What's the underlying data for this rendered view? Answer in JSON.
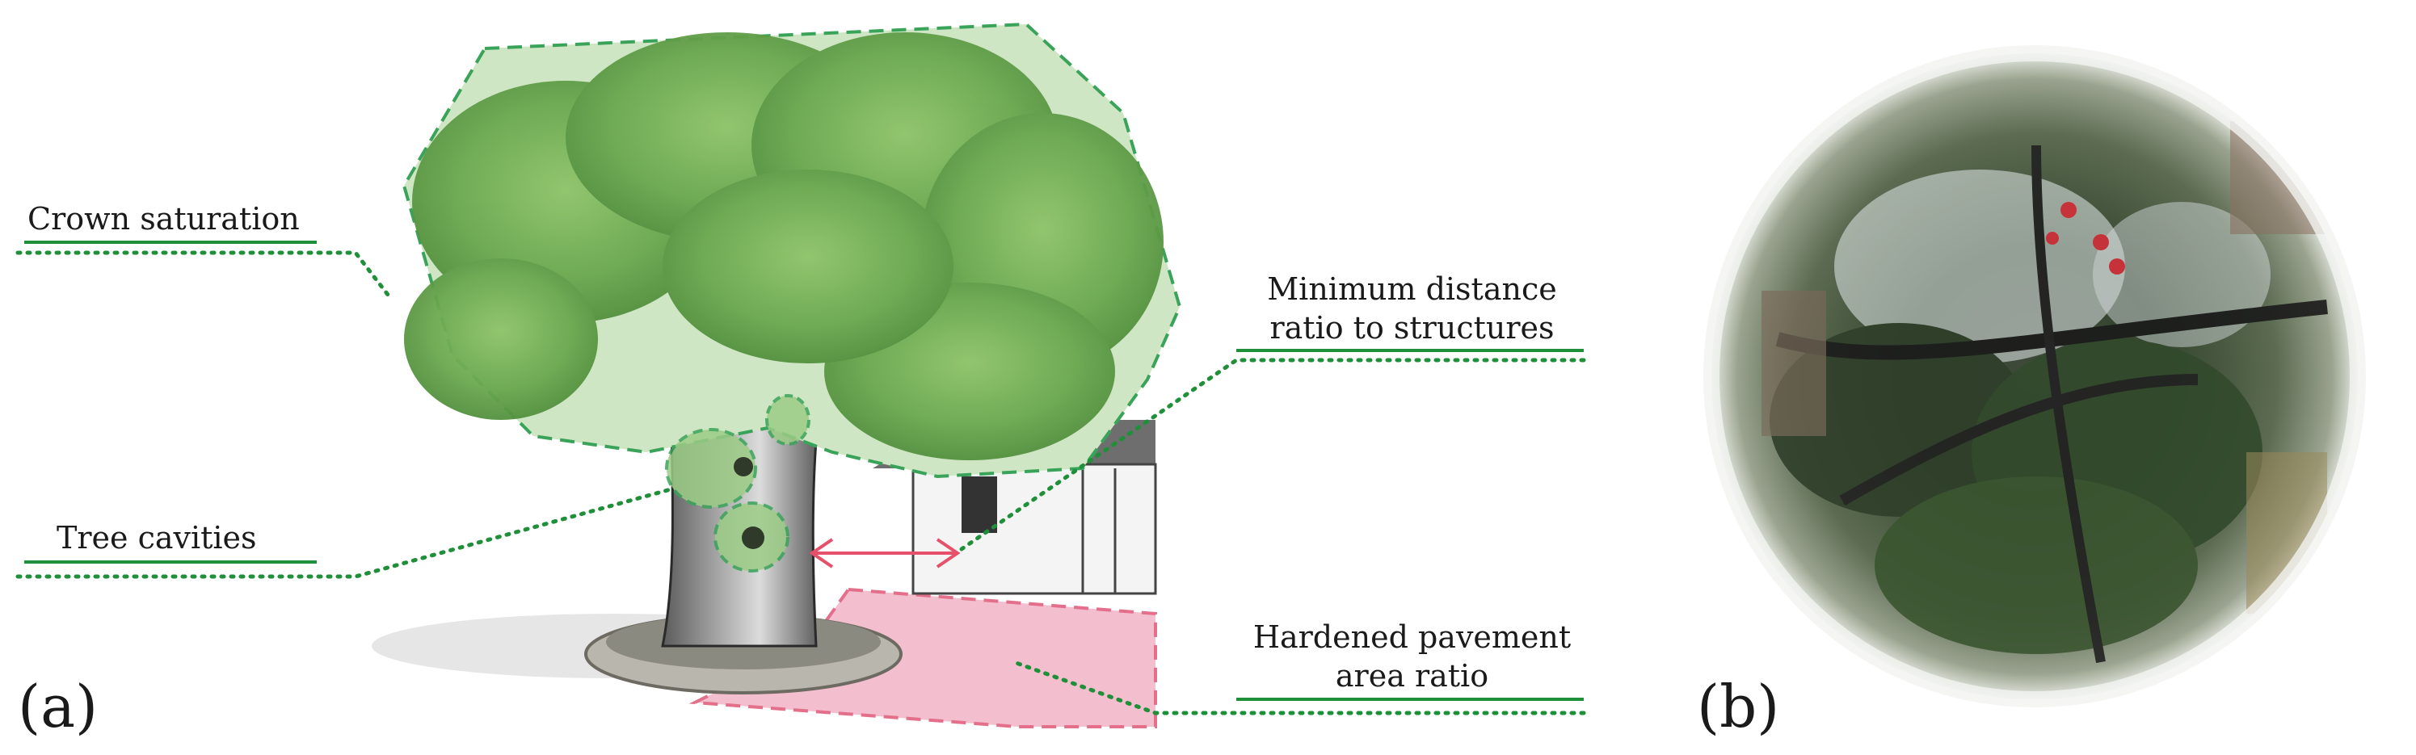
{
  "panels": [
    {
      "label": "(a)"
    },
    {
      "label": "(b)"
    }
  ],
  "annotations": {
    "crown": "Crown saturation",
    "cavities": "Tree cavities",
    "distance_line1": "Minimum distance",
    "distance_line2": "ratio to structures",
    "pavement_line1": "Hardened pavement",
    "pavement_line2": "area ratio"
  },
  "colors": {
    "leader_green": "#1f8f3a",
    "crown_fill": "#cfe6c4",
    "crown_outline": "#3aa35a",
    "pavement_fill": "#f2b8c8",
    "pavement_outline": "#e0607e",
    "arrow_red": "#e6506a"
  }
}
